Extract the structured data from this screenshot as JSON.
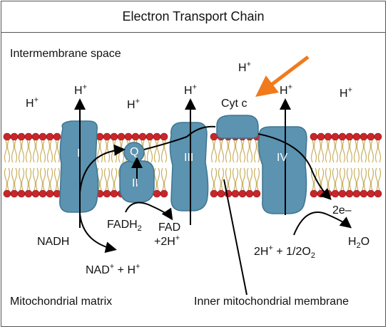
{
  "title": "Electron Transport Chain",
  "regions": {
    "intermembrane": "Intermembrane space",
    "matrix": "Mitochondrial matrix",
    "membrane": "Inner mitochondrial membrane"
  },
  "complexes": {
    "I": "I",
    "II": "II",
    "III": "III",
    "IV": "IV",
    "Q": "Q",
    "cytc": "Cyt c"
  },
  "ion": {
    "h": "H",
    "plus": "+"
  },
  "molecules": {
    "nadh": "NADH",
    "nad_plus": "NAD",
    "plus_h": " + H",
    "fadh2": "FADH",
    "fadh2_sub": "2",
    "fad": "FAD",
    "two_h": "+2H",
    "two_e": "2e–",
    "two_h_left": "2H",
    "half_o2": " + 1/2O",
    "o2_sub": "2",
    "water_h": "H",
    "water_sub": "2",
    "water_o": "O"
  },
  "colors": {
    "protein": "#5b93b0",
    "protein_dark": "#3f7591",
    "lipid_head": "#c9262a",
    "lipid_tail": "#c9b060",
    "pointer": "#f07a1c"
  }
}
